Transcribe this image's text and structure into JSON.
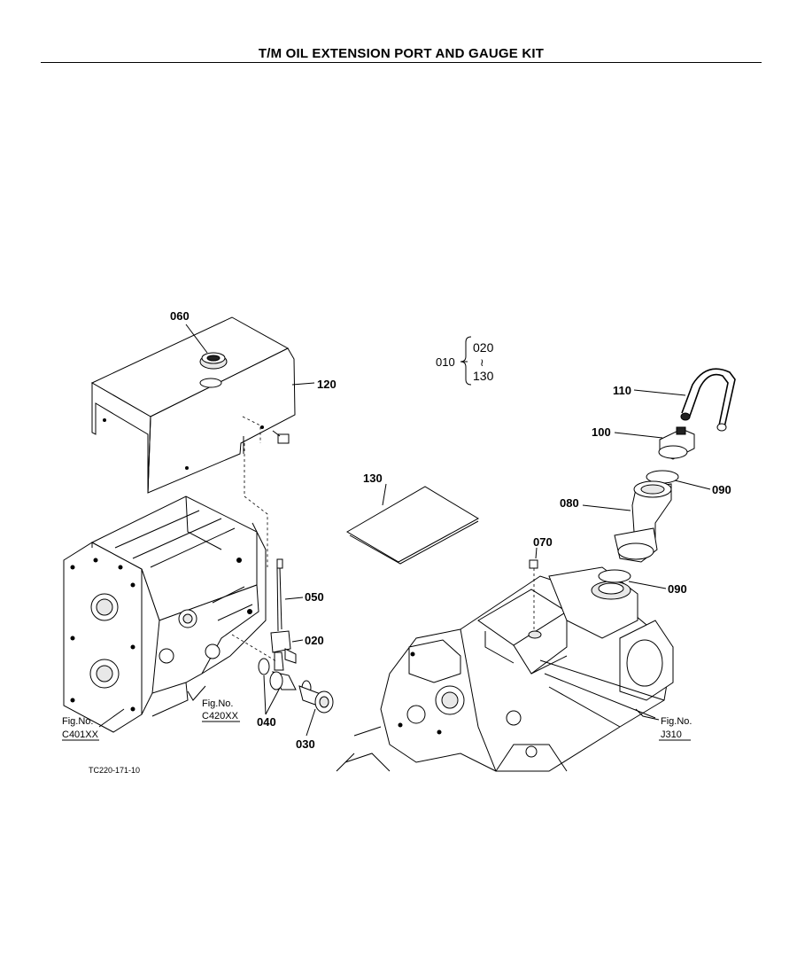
{
  "page_title": "T/M OIL EXTENSION PORT AND GAUGE KIT",
  "diagram_code": "TC220-171-10",
  "bracket": {
    "main": "010",
    "from": "020",
    "tilde": "≀",
    "to": "130"
  },
  "parts": {
    "p020": "020",
    "p030": "030",
    "p040": "040",
    "p050": "050",
    "p060": "060",
    "p070": "070",
    "p080": "080",
    "p090a": "090",
    "p090b": "090",
    "p100": "100",
    "p110": "110",
    "p120": "120",
    "p130": "130"
  },
  "fig_refs": {
    "c401": {
      "label": "Fig.No.",
      "code": "C401XX"
    },
    "c420": {
      "label": "Fig.No.",
      "code": "C420XX"
    },
    "j310": {
      "label": "Fig.No.",
      "code": "J310"
    }
  }
}
